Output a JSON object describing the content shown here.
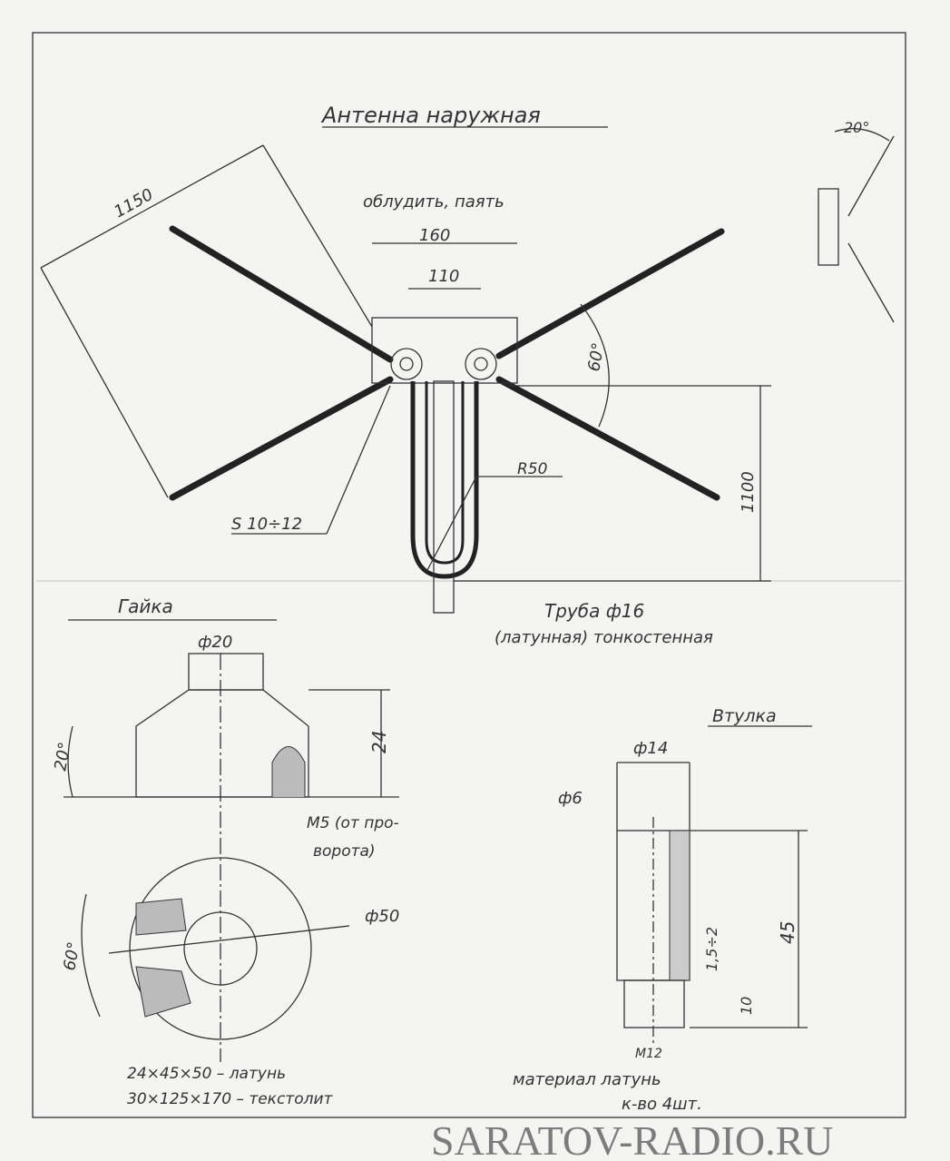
{
  "title": "Антенна наружная",
  "labels": {
    "solder": "облудить, паять",
    "dim_1150": "1150",
    "dim_160": "160",
    "dim_110": "110",
    "angle_60": "60°",
    "angle_20_side": "20°",
    "dim_1100": "1100",
    "r50": "R50",
    "s_range": "S 10÷12",
    "tube": "Труба ф16",
    "tube_desc": "(латунная) тонкостенная"
  },
  "nut": {
    "title": "Гайка",
    "d20": "ф20",
    "h24": "24",
    "angle20": "20°",
    "m5_line1": "М5 (от про-",
    "m5_line2": "ворота)",
    "d50": "ф50",
    "angle60": "60°",
    "material1": "24×45×50 – латунь",
    "material2": "30×125×170 – текстолит"
  },
  "bushing": {
    "title": "Втулка",
    "d14": "ф14",
    "d6": "ф6",
    "h45": "45",
    "gap": "1,5÷2",
    "h10": "10",
    "m12": "М12",
    "material": "материал латунь",
    "qty": "к-во 4шт."
  },
  "watermark": "SARATOV-RADIO.RU"
}
